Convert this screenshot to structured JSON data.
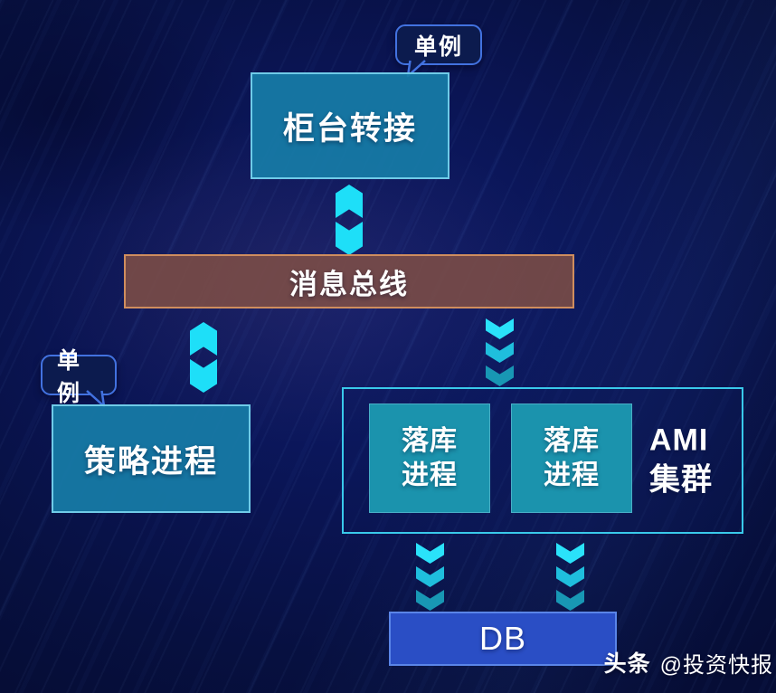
{
  "diagram": {
    "counter_box": {
      "label": "柜台转接",
      "badge": "单例"
    },
    "message_bus": {
      "label": "消息总线"
    },
    "strategy_box": {
      "label": "策略进程",
      "badge": "单例"
    },
    "ami_cluster": {
      "label_line1": "AMI",
      "label_line2": "集群",
      "sink_boxes": [
        {
          "line1": "落库",
          "line2": "进程"
        },
        {
          "line1": "落库",
          "line2": "进程"
        }
      ]
    },
    "db_box": {
      "label": "DB"
    }
  },
  "watermark": {
    "brand": "头条",
    "handle": "@投资快报"
  },
  "colors": {
    "background": "#0a1452",
    "node_fill": "#167aa6",
    "node_border": "#6fcbe8",
    "sink_fill": "#1b93ad",
    "bus_fill": "#7d4d46",
    "bus_border": "#cf8d5e",
    "cluster_border": "#39c9ea",
    "db_fill": "#2a4ec5",
    "db_border": "#5a85e8",
    "badge_fill": "#0c1b4e",
    "badge_border": "#4272e0",
    "arrow_cyan": "#1edff8",
    "arrow_cyan_mid": "#1fbedd",
    "arrow_cyan_deep": "#1897b4"
  }
}
